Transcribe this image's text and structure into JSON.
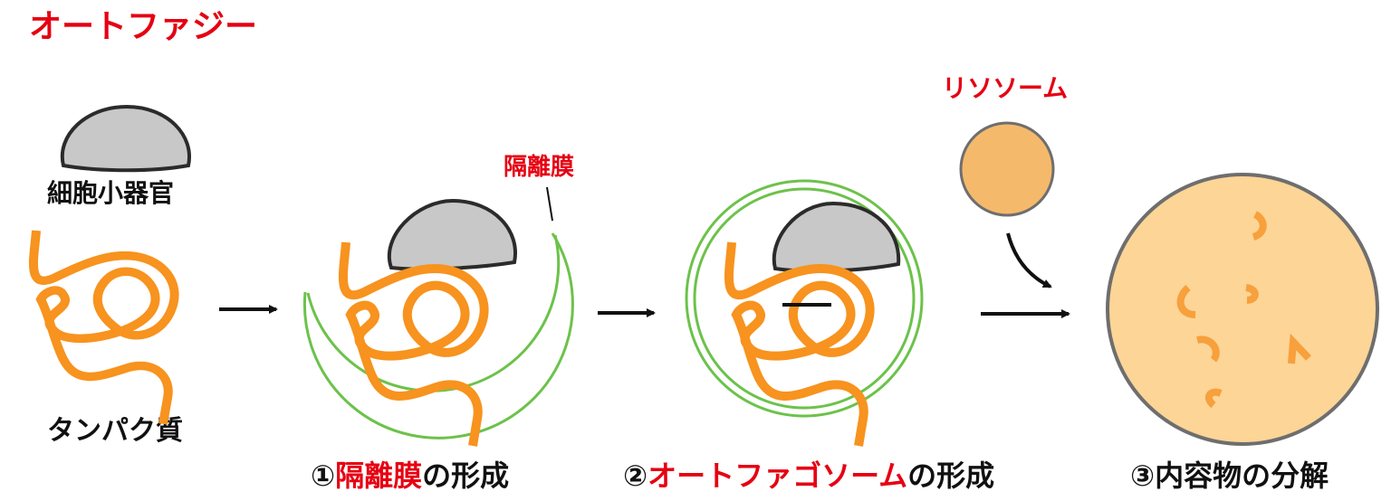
{
  "title": "オートファジー",
  "colors": {
    "accent_red": "#e60012",
    "organelle_fill": "#c8c8c8",
    "organelle_stroke": "#2b2b2b",
    "protein": "#f7931e",
    "membrane_green": "#6cc24a",
    "lysosome_fill": "#f5b96b",
    "autolysosome_fill": "#fcd597",
    "outline_gray": "#6e6e6e"
  },
  "labels": {
    "organelle": "細胞小器官",
    "protein": "タンパク質",
    "isolation_membrane": "隔離膜",
    "lysosome": "リソソーム"
  },
  "steps": [
    {
      "num": "①",
      "highlight": "隔離膜",
      "rest": "の形成"
    },
    {
      "num": "②",
      "highlight": "オートファゴソーム",
      "rest": "の形成"
    },
    {
      "num": "③",
      "highlight": "",
      "rest": "内容物の分解"
    }
  ]
}
